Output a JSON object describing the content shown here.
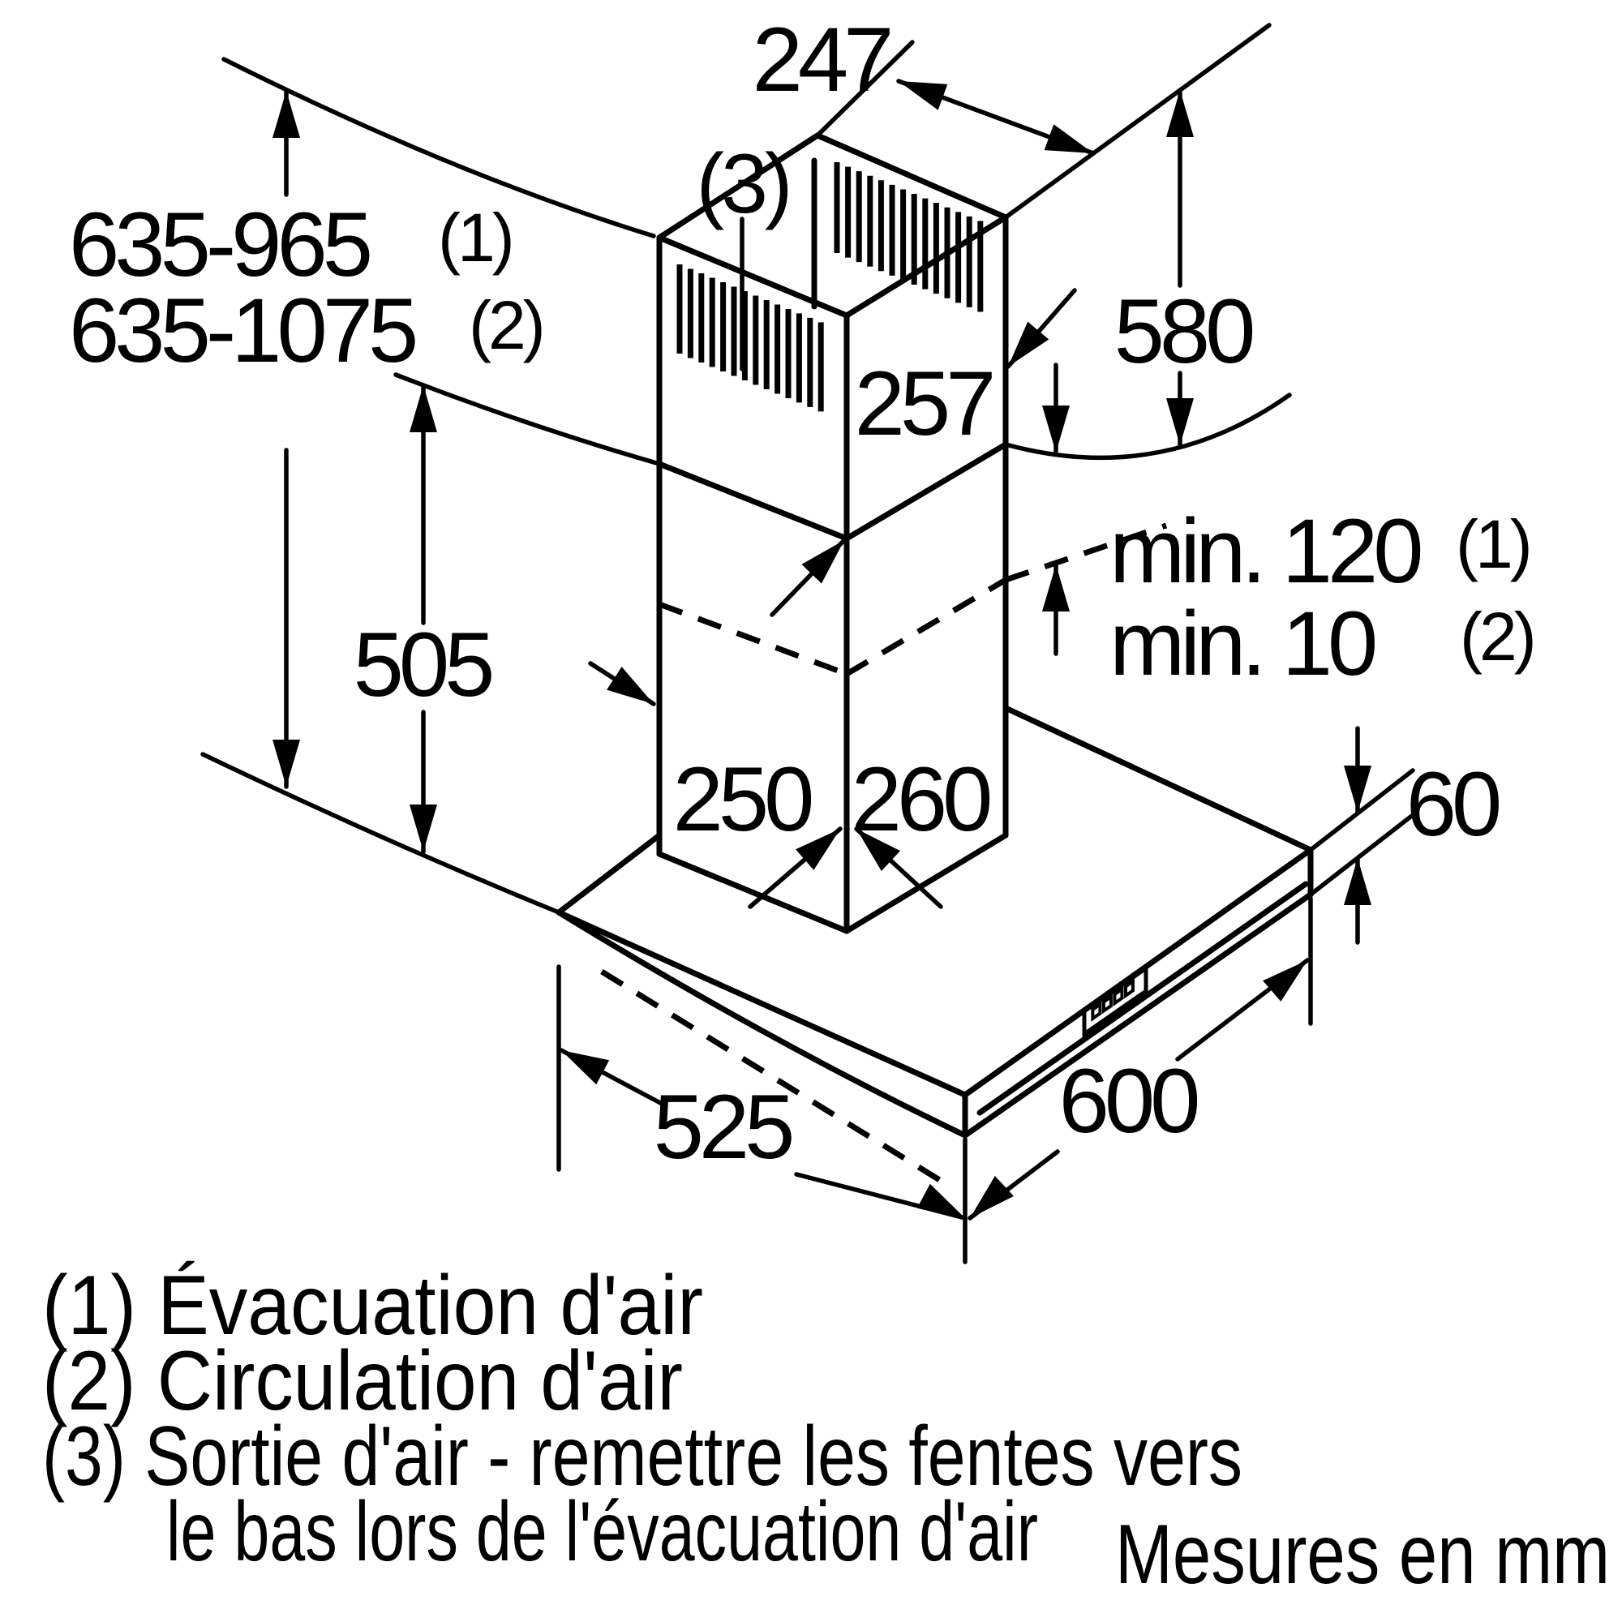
{
  "labels": {
    "range_evac": "635-965",
    "range_evac_mark": "(1)",
    "range_circ": "635-1075",
    "range_circ_mark": "(2)",
    "top_depth": "247",
    "upper_height": "580",
    "upper_front_height": "257",
    "lower_height": "505",
    "left_width": "250",
    "right_width": "260",
    "min_evac": "min. 120",
    "min_evac_mark": "(1)",
    "min_circ": "min. 10",
    "min_circ_mark": "(2)",
    "hood_depth": "525",
    "hood_width": "600",
    "hood_height": "60",
    "outlet_mark": "(3)"
  },
  "legend": {
    "line1": "(1) Évacuation d'air",
    "line2": "(2) Circulation d'air",
    "line3": "(3) Sortie d'air - remettre les fentes vers",
    "line4": "le bas lors de l'évacuation d'air"
  },
  "units_note": "Mesures en mm"
}
